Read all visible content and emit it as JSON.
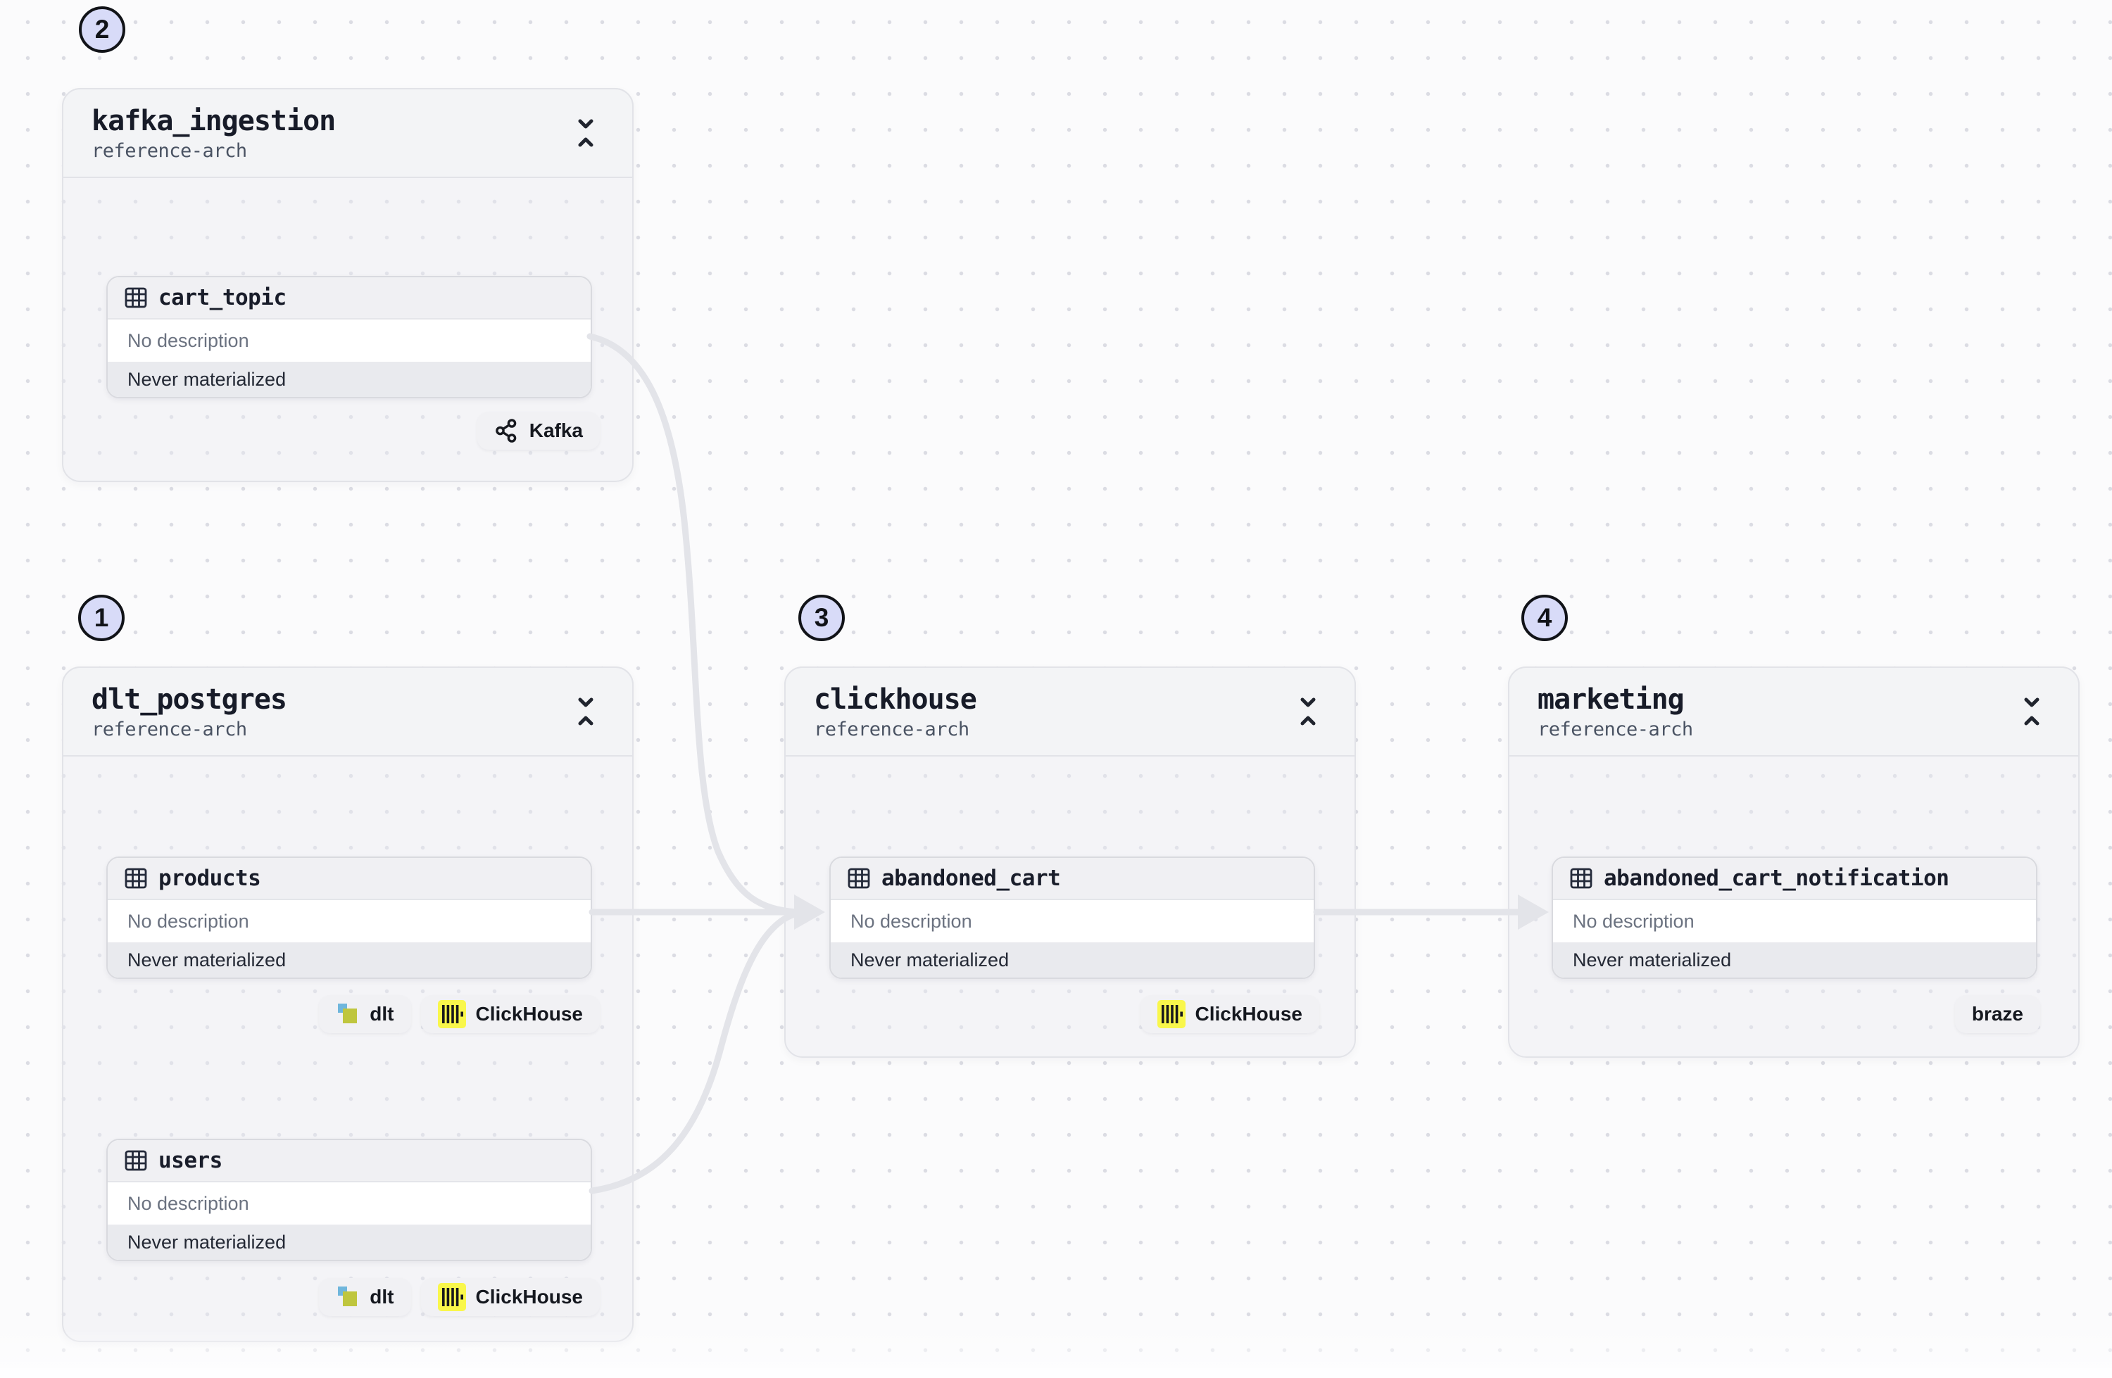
{
  "colors": {
    "step_circle_fill": "#D8DBF8",
    "edge_gray": "#E3E4E9",
    "clickhouse_yellow": "#F9F74B",
    "dlt_blue": "#6FB6DC",
    "dlt_green": "#BFC63E",
    "card_status_bg": "#E9EAEE"
  },
  "groups": [
    {
      "number": "1",
      "title": "dlt_postgres",
      "subtitle": "reference-arch",
      "assets": [
        {
          "name": "products",
          "description": "No description",
          "status": "Never materialized",
          "kinds": [
            {
              "label": "dlt",
              "icon": "dlt-icon"
            },
            {
              "label": "ClickHouse",
              "icon": "clickhouse-icon"
            }
          ]
        },
        {
          "name": "users",
          "description": "No description",
          "status": "Never materialized",
          "kinds": [
            {
              "label": "dlt",
              "icon": "dlt-icon"
            },
            {
              "label": "ClickHouse",
              "icon": "clickhouse-icon"
            }
          ]
        }
      ]
    },
    {
      "number": "2",
      "title": "kafka_ingestion",
      "subtitle": "reference-arch",
      "assets": [
        {
          "name": "cart_topic",
          "description": "No description",
          "status": "Never materialized",
          "kinds": [
            {
              "label": "Kafka",
              "icon": "kafka-icon"
            }
          ]
        }
      ]
    },
    {
      "number": "3",
      "title": "clickhouse",
      "subtitle": "reference-arch",
      "assets": [
        {
          "name": "abandoned_cart",
          "description": "No description",
          "status": "Never materialized",
          "kinds": [
            {
              "label": "ClickHouse",
              "icon": "clickhouse-icon"
            }
          ]
        }
      ]
    },
    {
      "number": "4",
      "title": "marketing",
      "subtitle": "reference-arch",
      "assets": [
        {
          "name": "abandoned_cart_notification",
          "description": "No description",
          "status": "Never materialized",
          "kinds": [
            {
              "label": "braze",
              "icon": null
            }
          ]
        }
      ]
    }
  ],
  "edges": [
    {
      "from": "cart_topic",
      "to": "abandoned_cart"
    },
    {
      "from": "products",
      "to": "abandoned_cart"
    },
    {
      "from": "users",
      "to": "abandoned_cart"
    },
    {
      "from": "abandoned_cart",
      "to": "abandoned_cart_notification"
    }
  ]
}
